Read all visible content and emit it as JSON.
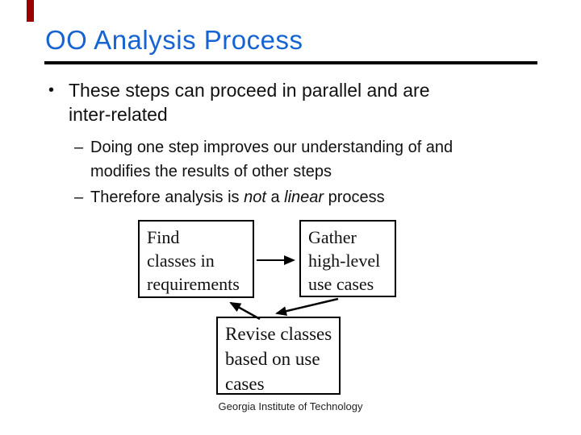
{
  "slide": {
    "title": "OO Analysis Process",
    "footer": "Georgia Institute of Technology"
  },
  "bullets": {
    "bullet1": {
      "marker": "•",
      "line1": "These steps can proceed in parallel and are",
      "line2": "inter-related"
    },
    "sub1": {
      "marker": "–",
      "line1": "Doing one step improves our understanding of and",
      "line2": "modifies the results of other steps"
    },
    "sub2": {
      "marker": "–",
      "seg1": "Therefore analysis is ",
      "italic1": "not",
      "seg2": " a ",
      "italic2": "linear",
      "seg3": " process"
    }
  },
  "diagram": {
    "box_find": {
      "line1": "Find",
      "line2": "classes in",
      "line3": "requirements"
    },
    "box_gather": {
      "line1": "Gather",
      "line2": "high-level",
      "line3": "use cases"
    },
    "box_revise": {
      "line1": "Revise classes",
      "line2": "based on use",
      "line3": "cases"
    },
    "arrows": [
      {
        "name": "find-to-gather",
        "direction": "right"
      },
      {
        "name": "revise-to-find",
        "direction": "up-left"
      },
      {
        "name": "gather-to-revise",
        "direction": "down-left"
      }
    ]
  },
  "colors": {
    "title_blue": "#1663D3",
    "text_black": "#111111",
    "rule_black": "#000000",
    "accent_red": "#990000"
  }
}
